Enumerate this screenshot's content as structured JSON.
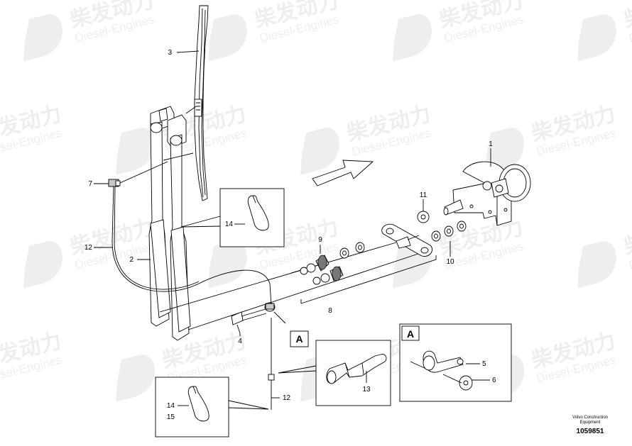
{
  "watermark": {
    "brand_cn": "柴发动力",
    "brand_en": "Diesel-Engines"
  },
  "callouts": {
    "p1": "1",
    "p2": "2",
    "p3": "3",
    "p4": "4",
    "p7": "7",
    "p8": "8",
    "p9": "9",
    "p10": "10",
    "p11": "11",
    "p12a": "12",
    "p12b": "12",
    "p13": "13",
    "p14a": "14",
    "p14b": "14",
    "p15": "15",
    "p5": "5",
    "p6": "6"
  },
  "detail_marker": "A",
  "detail_box_title": "A",
  "footer": {
    "company_line1": "Volvo Construction",
    "company_line2": "Equipment",
    "drawing_number": "1059851"
  }
}
